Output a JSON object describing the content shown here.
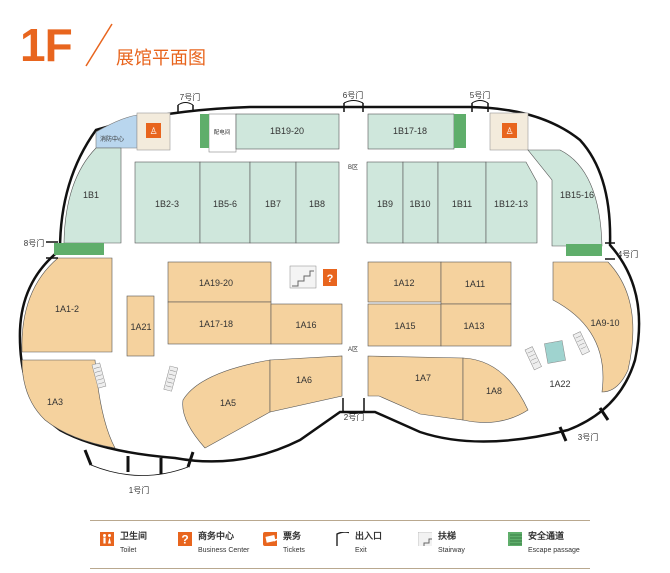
{
  "header": {
    "floor": "1F",
    "title": "展馆平面图"
  },
  "colors": {
    "exhibit_orange": "#f5d29e",
    "exhibit_green": "#cfe7dc",
    "passage_green": "#5fae6b",
    "toilet_orange": "#e8651e",
    "business_orange": "#e8651e",
    "service_blue": "#b9d6ee",
    "corridor": "#ffffff",
    "outline": "#111111"
  },
  "halls": {
    "B19_20": "1B19-20",
    "B17_18": "1B17-18",
    "B1": "1B1",
    "B2_3": "1B2-3",
    "B5_6": "1B5-6",
    "B7": "1B7",
    "B8": "1B8",
    "B9": "1B9",
    "B10": "1B10",
    "B11": "1B11",
    "B12_13": "1B12-13",
    "B15_16": "1B15-16",
    "A1_2": "1A1-2",
    "A21": "1A21",
    "A19_20": "1A19-20",
    "A17_18": "1A17-18",
    "A16": "1A16",
    "A12": "1A12",
    "A11": "1A11",
    "A15": "1A15",
    "A13": "1A13",
    "A9_10": "1A9-10",
    "A3": "1A3",
    "A5": "1A5",
    "A6": "1A6",
    "A7": "1A7",
    "A8": "1A8",
    "A22": "1A22"
  },
  "zones": {
    "b": "B区",
    "a": "A区"
  },
  "services": {
    "fire_center": "消防中心",
    "power_room": "配电间"
  },
  "gates": {
    "g1": "1号门",
    "g2": "2号门",
    "g3": "3号门",
    "g4": "4号门",
    "g5": "5号门",
    "g6": "6号门",
    "g7": "7号门",
    "g8": "8号门"
  },
  "legend": {
    "toilet": {
      "cn": "卫生间",
      "en": "Toilet",
      "icon": "toilet-icon"
    },
    "business": {
      "cn": "商务中心",
      "en": "Business Center",
      "icon": "question-icon"
    },
    "tickets": {
      "cn": "票务",
      "en": "Tickets",
      "icon": "ticket-icon"
    },
    "exit": {
      "cn": "出入口",
      "en": "Exit",
      "icon": "exit-icon"
    },
    "stairway": {
      "cn": "扶梯",
      "en": "Stairway",
      "icon": "escalator-icon"
    },
    "escape": {
      "cn": "安全通道",
      "en": "Escape passage",
      "icon": "escape-passage-icon"
    }
  }
}
